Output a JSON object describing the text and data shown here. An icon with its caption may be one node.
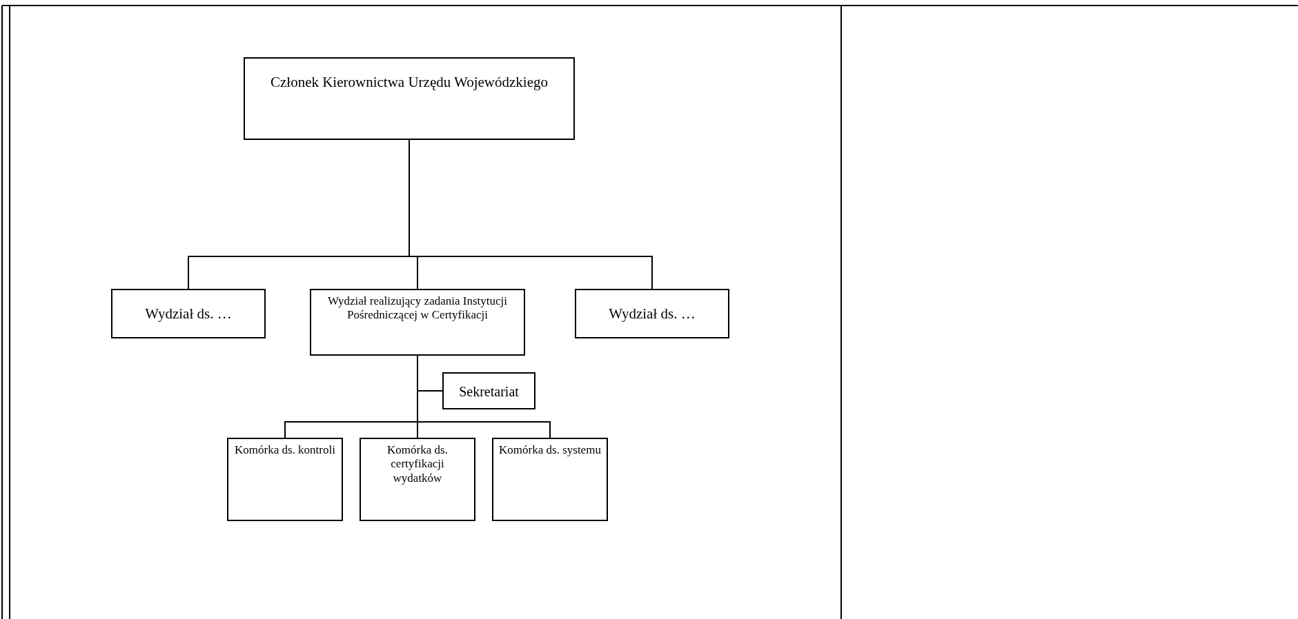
{
  "diagram": {
    "nodes": [
      {
        "text": [
          "Członek Kierownictwa Urzędu Wojewódzkiego"
        ]
      },
      {
        "text": [
          "Wydział ds. …"
        ]
      },
      {
        "text": [
          "Wydział realizujący zadania Instytucji Pośredniczącej w Certyfikacji"
        ]
      },
      {
        "text": [
          "Wydział ds. …"
        ]
      },
      {
        "text": [
          "Sekretariat"
        ]
      },
      {
        "text": [
          "Komórka ds. kontroli"
        ]
      },
      {
        "text": [
          "Komórka ds. certyfikacji wydatków"
        ]
      },
      {
        "text": [
          "Komórka ds. systemu"
        ]
      }
    ],
    "edges": [
      {
        "from": 0,
        "to": 1,
        "arrow": "none"
      },
      {
        "from": 0,
        "to": 2,
        "arrow": "none"
      },
      {
        "from": 0,
        "to": 3,
        "arrow": "none"
      },
      {
        "from": 2,
        "to": 4,
        "arrow": "none"
      },
      {
        "from": 2,
        "to": 5,
        "arrow": "none"
      },
      {
        "from": 2,
        "to": 6,
        "arrow": "none"
      },
      {
        "from": 2,
        "to": 7,
        "arrow": "none"
      }
    ]
  }
}
